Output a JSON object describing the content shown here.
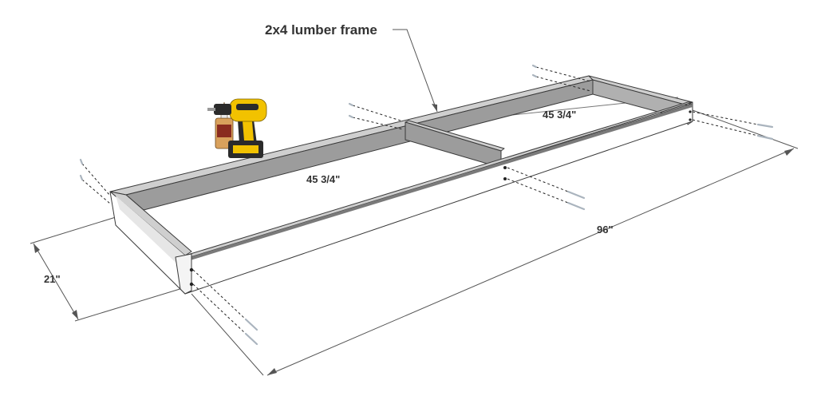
{
  "callout": {
    "title": "2x4 lumber frame"
  },
  "dimensions": {
    "inner_span_left": "45 3/4\"",
    "inner_span_right": "45 3/4\"",
    "overall_length": "96\"",
    "overall_width": "21\""
  },
  "colors": {
    "board_face": "#ffffff",
    "board_top": "#cfcfcf",
    "board_inner": "#9c9c9c",
    "board_shadow": "#7a7a7a",
    "outline": "#3a3a3a",
    "dimension_line": "#555555",
    "screw": "#b8c2cc",
    "drill_body": "#f2c200",
    "drill_dark": "#2b2b2b",
    "glue_bottle": "#d9a15c"
  },
  "icons": {
    "tool": "cordless-drill-icon",
    "glue": "wood-glue-bottle-icon",
    "fastener": "screw-icon"
  }
}
